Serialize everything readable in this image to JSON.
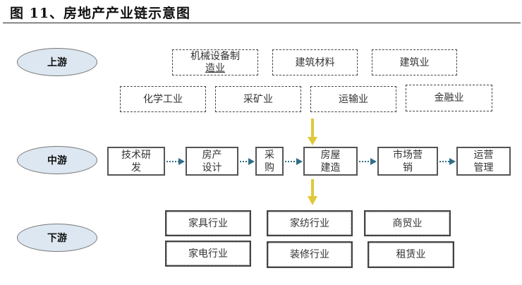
{
  "title": "图 11、房地产产业链示意图",
  "stages": {
    "upstream": "上游",
    "midstream": "中游",
    "downstream": "下游"
  },
  "upstream_industries": [
    "机械设备制造业",
    "建筑材料",
    "建筑业",
    "化学工业",
    "采矿业",
    "运输业",
    "金融业"
  ],
  "upstream_labels_wrapped": {
    "machinery_line1": "机械设备制",
    "machinery_line2": "造业"
  },
  "midstream_steps": [
    {
      "line1": "技术研",
      "line2": "发"
    },
    {
      "line1": "房产",
      "line2": "设计"
    },
    {
      "line1": "采",
      "line2": "购"
    },
    {
      "line1": "房屋",
      "line2": "建造"
    },
    {
      "line1": "市场营",
      "line2": "销"
    },
    {
      "line1": "运营",
      "line2": "管理"
    }
  ],
  "downstream_industries": [
    "家具行业",
    "家电行业",
    "家纺行业",
    "装修行业",
    "商贸业",
    "租赁业"
  ],
  "colors": {
    "ellipse_fill": "#dde7f1",
    "flow_arrow": "#2f6f86",
    "vertical_arrow": "#e0c83a"
  }
}
